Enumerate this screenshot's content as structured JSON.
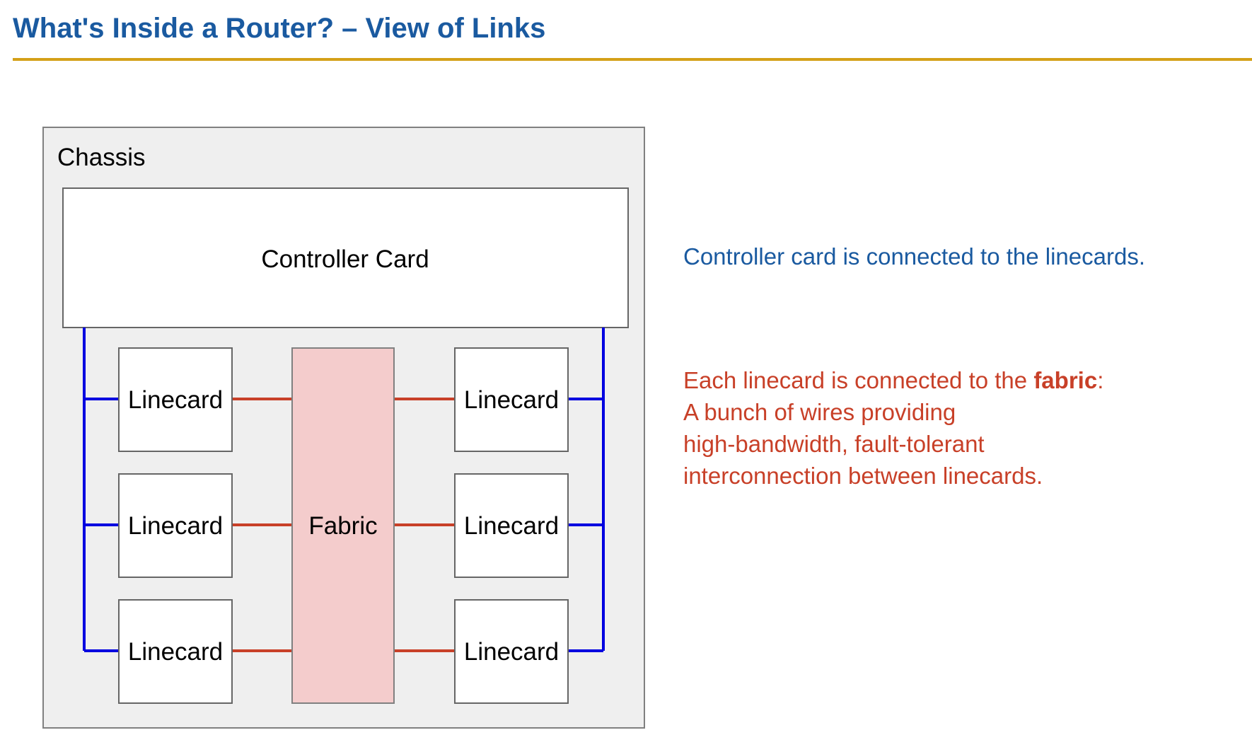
{
  "title": "What's Inside a Router? – View of Links",
  "colors": {
    "title": "#1a5aa0",
    "title_rule": "#d4a018",
    "controller_link": "#0000e0",
    "fabric_link": "#c84028",
    "chassis_fill": "#efefef",
    "fabric_fill": "#f4cccc",
    "box_border": "#666666"
  },
  "diagram": {
    "chassis_label": "Chassis",
    "controller_card_label": "Controller Card",
    "fabric_label": "Fabric",
    "linecards": {
      "left": [
        "Linecard",
        "Linecard",
        "Linecard"
      ],
      "right": [
        "Linecard",
        "Linecard",
        "Linecard"
      ]
    }
  },
  "notes": {
    "controller": "Controller card is connected to the linecards.",
    "fabric": {
      "line1_before": "Each linecard is connected to the ",
      "line1_bold": "fabric",
      "line1_after": ":",
      "line2": "A bunch of wires providing",
      "line3": "high-bandwidth, fault-tolerant",
      "line4": "interconnection between linecards."
    }
  }
}
